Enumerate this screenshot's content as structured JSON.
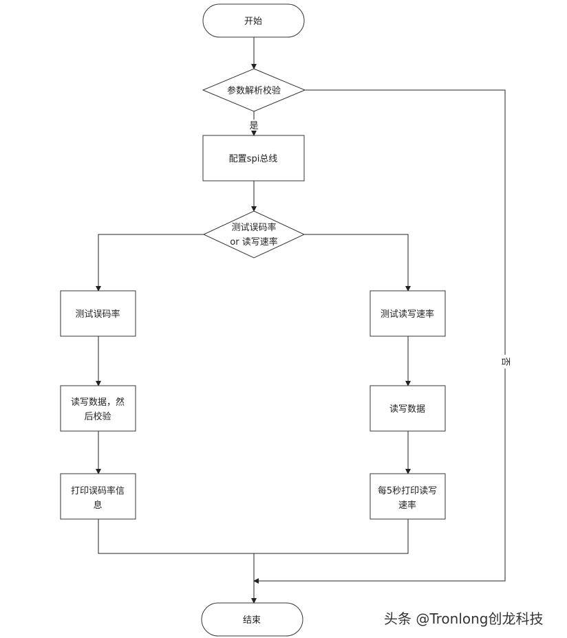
{
  "nodes": {
    "start": "开始",
    "param_check": "参数解析校验",
    "config_spi": "配置spi总线",
    "choose_test": [
      "测试误码率",
      "or 读写速率"
    ],
    "test_ber": "测试误码率",
    "test_rw_rate": "测试读写速率",
    "rw_verify": [
      "读写数据，然",
      "后校验"
    ],
    "rw_data": "读写数据",
    "print_ber": [
      "打印误码率信",
      "息"
    ],
    "print_rate": [
      "每5秒打印读写",
      "速率"
    ],
    "end": "结束"
  },
  "edge_labels": {
    "yes": "是",
    "no": "否"
  },
  "watermark": "头条 @Tronlong创龙科技"
}
